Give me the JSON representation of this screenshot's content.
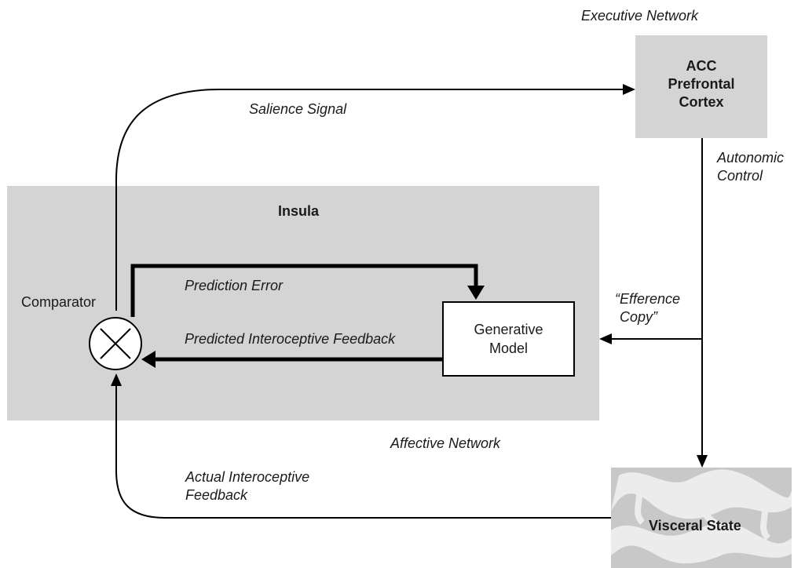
{
  "labels": {
    "executive_network": "Executive Network",
    "acc_line1": "ACC",
    "acc_line2": "Prefrontal",
    "acc_line3": "Cortex",
    "salience_signal": "Salience Signal",
    "autonomic_line1": "Autonomic",
    "autonomic_line2": "Control",
    "insula": "Insula",
    "comparator": "Comparator",
    "prediction_error": "Prediction Error",
    "efference_line1": "“Efference",
    "efference_line2": "Copy”",
    "predicted_feedback": "Predicted Interoceptive Feedback",
    "generative_line1": "Generative",
    "generative_line2": "Model",
    "affective_network": "Affective Network",
    "actual_line1": "Actual Interoceptive",
    "actual_line2": "Feedback",
    "visceral_state": "Visceral State"
  },
  "colors": {
    "region_fill": "#d4d4d4",
    "stroke": "#000000",
    "text": "#1a1a1a",
    "visceral_pattern_light": "#ececec",
    "visceral_pattern_dark": "#c8c8c8"
  }
}
